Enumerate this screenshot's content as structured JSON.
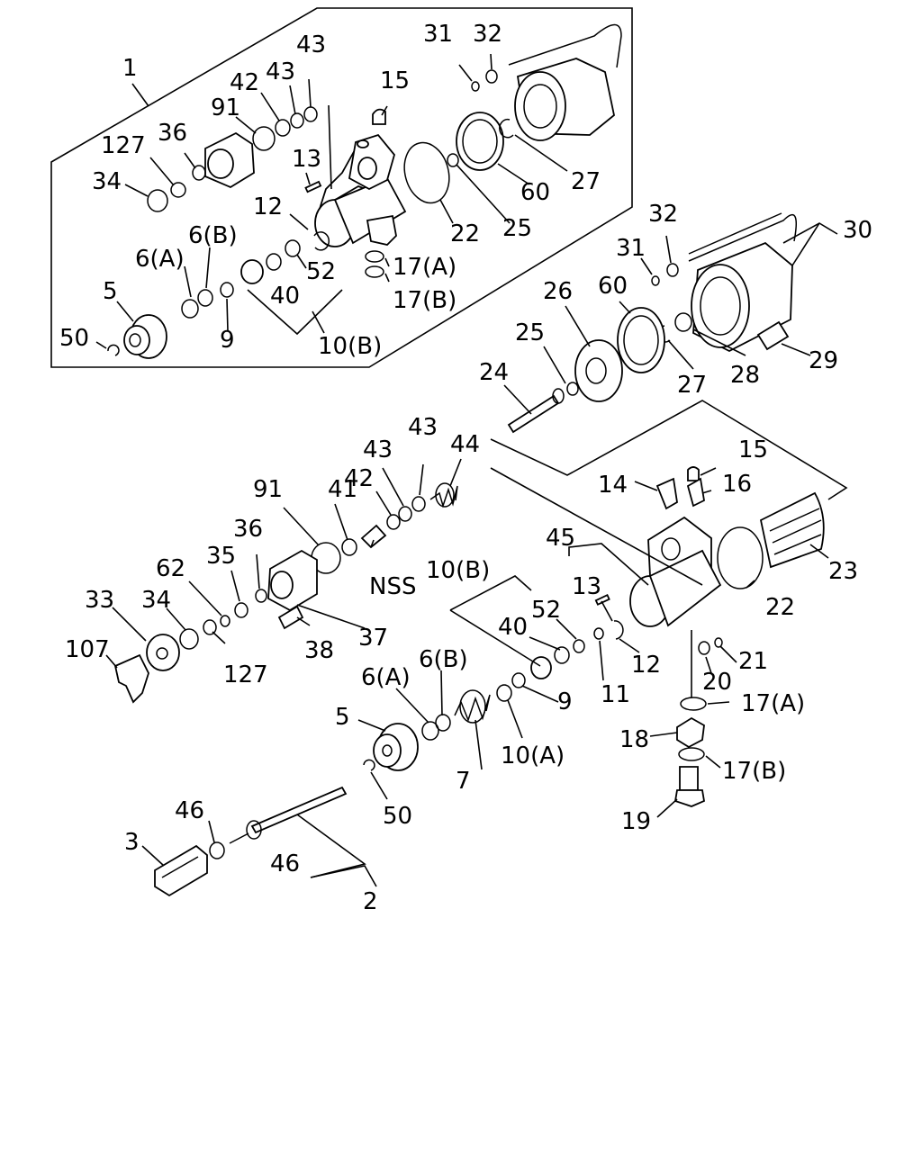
{
  "diagram": {
    "labels": [
      "1",
      "31",
      "32",
      "43",
      "43",
      "42",
      "91",
      "15",
      "36",
      "127",
      "13",
      "34",
      "12",
      "22",
      "25",
      "60",
      "27",
      "6(A)",
      "6(B)",
      "52",
      "17(A)",
      "17(B)",
      "5",
      "40",
      "9",
      "50",
      "10(B)",
      "32",
      "30",
      "31",
      "26",
      "60",
      "25",
      "28",
      "29",
      "27",
      "24",
      "44",
      "43",
      "43",
      "42",
      "91",
      "41",
      "15",
      "14",
      "16",
      "36",
      "35",
      "62",
      "NSS",
      "45",
      "10(B)",
      "33",
      "34",
      "13",
      "52",
      "37",
      "107",
      "127",
      "38",
      "40",
      "22",
      "23",
      "12",
      "11",
      "21",
      "6(B)",
      "6(A)",
      "20",
      "5",
      "9",
      "17(A)",
      "18",
      "10(A)",
      "7",
      "17(B)",
      "50",
      "46",
      "19",
      "3",
      "46",
      "2"
    ]
  }
}
